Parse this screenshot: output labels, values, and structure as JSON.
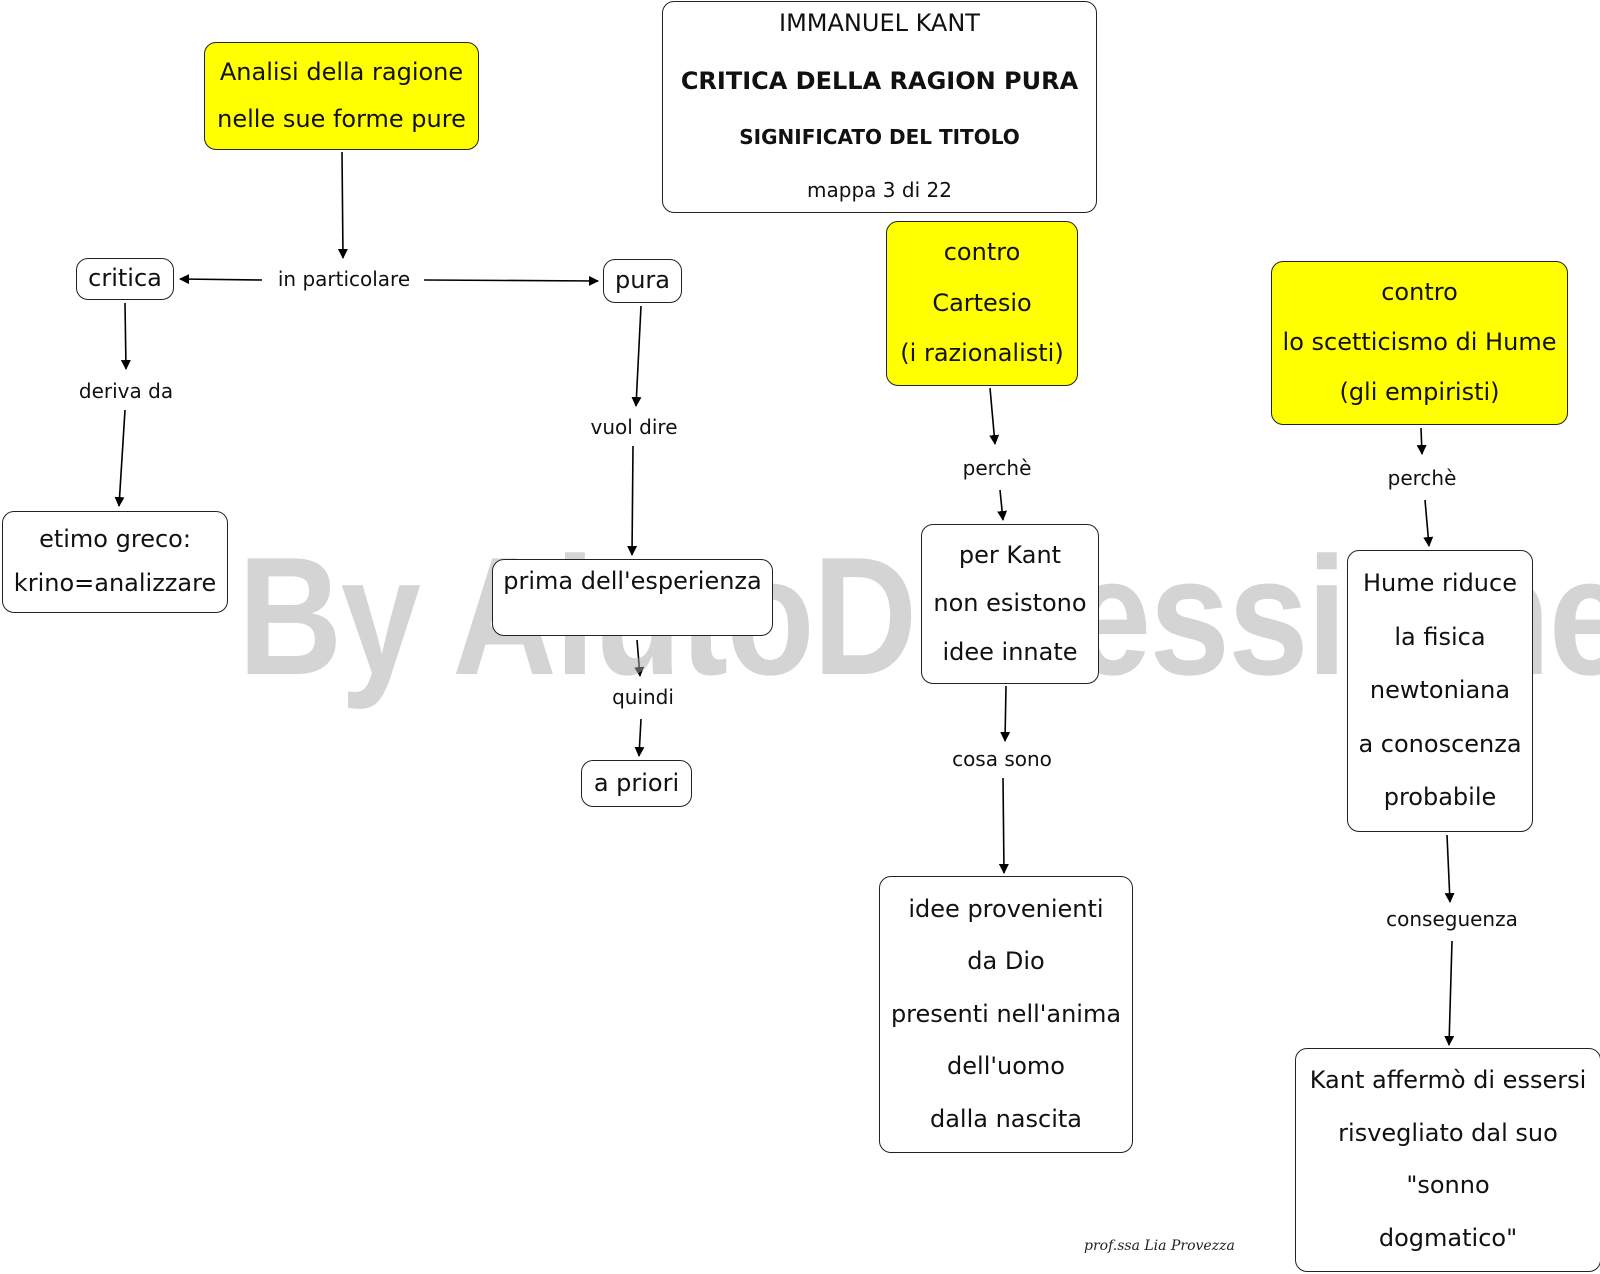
{
  "title": {
    "author": "IMMANUEL KANT",
    "work": "CRITICA DELLA RAGION PURA",
    "subtitle": "SIGNIFICATO DEL TITOLO",
    "map_number": "mappa 3 di 22"
  },
  "nodes": {
    "analisi": [
      "Analisi della ragione",
      "nelle sue forme pure"
    ],
    "critica": [
      "critica"
    ],
    "pura": [
      "pura"
    ],
    "etimo": [
      "etimo greco:",
      "krino=analizzare"
    ],
    "prima": [
      "prima dell'esperienza"
    ],
    "a_priori": [
      "a priori"
    ],
    "cartesio": [
      "contro",
      "Cartesio",
      "(i razionalisti)"
    ],
    "per_kant": [
      "per Kant",
      "non esistono",
      "idee innate"
    ],
    "idee": [
      "idee provenienti",
      "da Dio",
      "presenti nell'anima",
      "dell'uomo",
      "dalla nascita"
    ],
    "hume_box": [
      "contro",
      "lo scetticismo di Hume",
      "(gli empiristi)"
    ],
    "hume_riduce": [
      "Hume riduce",
      "la fisica",
      "newtoniana",
      "a conoscenza",
      "probabile"
    ],
    "kant_sonno": [
      "Kant affermò di essersi",
      "risvegliato dal suo",
      "\"sonno",
      "dogmatico\""
    ]
  },
  "links": {
    "in_particolare": "in particolare",
    "deriva_da": "deriva da",
    "vuol_dire": "vuol dire",
    "quindi": "quindi",
    "perche_1": "perchè",
    "cosa_sono": "cosa sono",
    "perche_2": "perchè",
    "conseguenza": "conseguenza"
  },
  "watermark": "By AiutoDislessia.net",
  "signature": "prof.ssa Lia Provezza",
  "colors": {
    "highlight": "#ffff00",
    "border": "#222222",
    "watermark": "#aaaaaa"
  }
}
